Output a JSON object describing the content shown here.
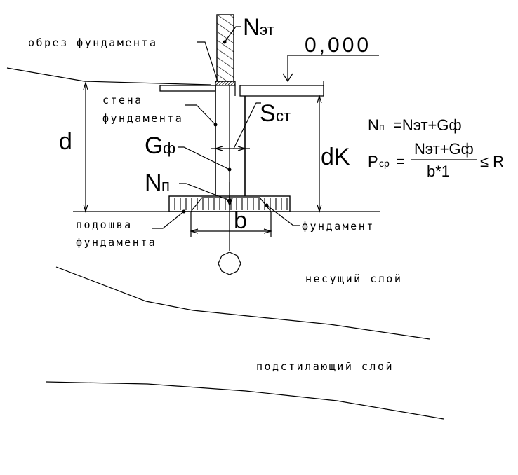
{
  "labels": {
    "obrez": "обрез фундамента",
    "stena_line1": "стена",
    "stena_line2": "фундамента",
    "podoshva_line1": "подошва",
    "podoshva_line2": "фундамента",
    "fundament": "фундамент",
    "nesushchiy": "несущий слой",
    "podstilayushchiy": "подстилающий слой",
    "level": "0,000"
  },
  "symbols": {
    "n_et_main": "N",
    "n_et_sub": "эт",
    "s_st_main": "S",
    "s_st_sub": "ст",
    "g_f_main": "G",
    "g_f_sub": "ф",
    "n_p_main": "N",
    "n_p_sub": "п",
    "d": "d",
    "dk": "dK",
    "b": "b"
  },
  "formulas": {
    "f1_lhs_main": "N",
    "f1_lhs_sub": "п",
    "f1_rhs": "=Nэт+Gф",
    "f2_lhs_main": "P",
    "f2_lhs_sub": "ср",
    "f2_eq": "=",
    "f2_num": "Nэт+Gф",
    "f2_den": "b*1",
    "f2_cmp": "≤ R"
  }
}
